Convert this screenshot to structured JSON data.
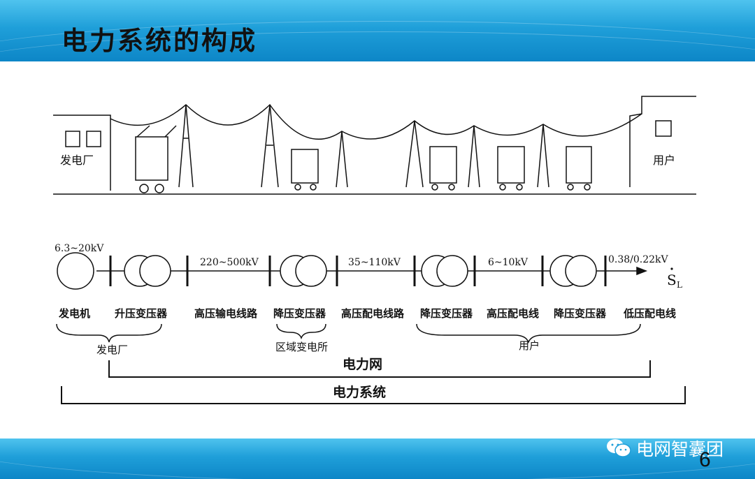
{
  "slide": {
    "title": "电力系统的构成",
    "page_number": "6",
    "watermark": "电网智囊团",
    "colors": {
      "band": "#1f9fd9",
      "ink": "#111111"
    }
  },
  "pictorial": {
    "left_label": "发电厂",
    "right_label": "用户"
  },
  "schematic": {
    "voltages": {
      "generator": "6.3~20kV",
      "transmission": "220~500kV",
      "sub": "35~110kV",
      "distribution": "6~10kV",
      "low": "0.38/0.22kV"
    },
    "load_symbol": "S",
    "load_subscript": "L",
    "components": {
      "generator": "发电机",
      "step_up": "升压变压器",
      "hv_line": "高压输电线路",
      "step_down_1": "降压变压器",
      "hv_dist_line": "高压配电线路",
      "step_down_2": "降压变压器",
      "hv_dist_line_2": "高压配电线",
      "step_down_3": "降压变压器",
      "lv_line": "低压配电线"
    },
    "groups": {
      "plant": "发电厂",
      "substation": "区域变电所",
      "user": "用户"
    },
    "grid_label": "电力网",
    "system_label": "电力系统"
  }
}
